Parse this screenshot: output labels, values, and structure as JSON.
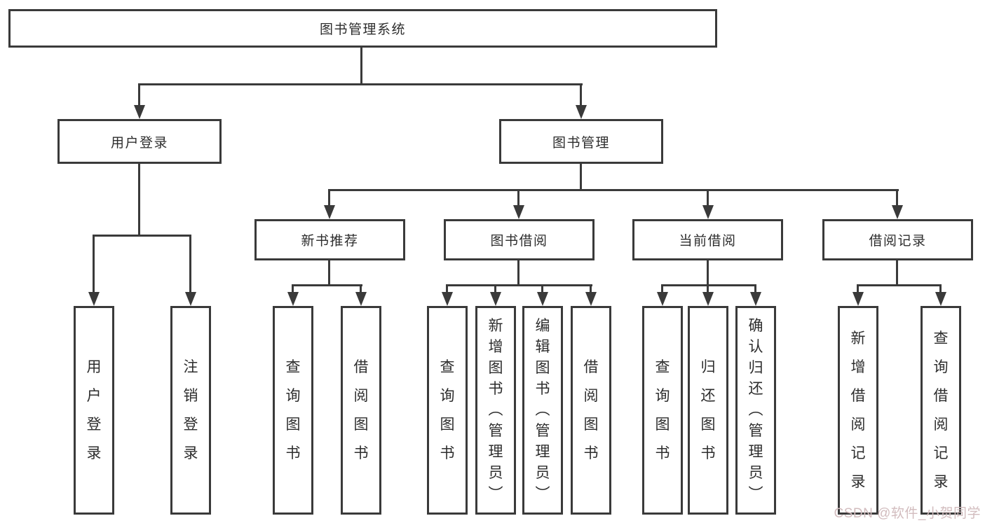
{
  "tree": {
    "root": {
      "label": "图书管理系统"
    },
    "branches": [
      {
        "label": "用户登录",
        "leaves": [
          {
            "label": "用户登录"
          },
          {
            "label": "注销登录"
          }
        ]
      },
      {
        "label": "图书管理",
        "groups": [
          {
            "label": "新书推荐",
            "leaves": [
              {
                "label": "查询图书"
              },
              {
                "label": "借阅图书"
              }
            ]
          },
          {
            "label": "图书借阅",
            "leaves": [
              {
                "label": "查询图书"
              },
              {
                "label": "新增图书（管理员）"
              },
              {
                "label": "编辑图书（管理员）"
              },
              {
                "label": "借阅图书"
              }
            ]
          },
          {
            "label": "当前借阅",
            "leaves": [
              {
                "label": "查询图书"
              },
              {
                "label": "归还图书"
              },
              {
                "label": "确认归还（管理员）"
              }
            ]
          },
          {
            "label": "借阅记录",
            "leaves": [
              {
                "label": "新增借阅记录"
              },
              {
                "label": "查询借阅记录"
              }
            ]
          }
        ]
      }
    ]
  },
  "watermark": {
    "text": "CSDN @软件_小贺同学",
    "color": "#d2bcbe"
  },
  "colors": {
    "line": "#3a3a3a",
    "background": "#ffffff",
    "text": "#2d2d2d"
  }
}
